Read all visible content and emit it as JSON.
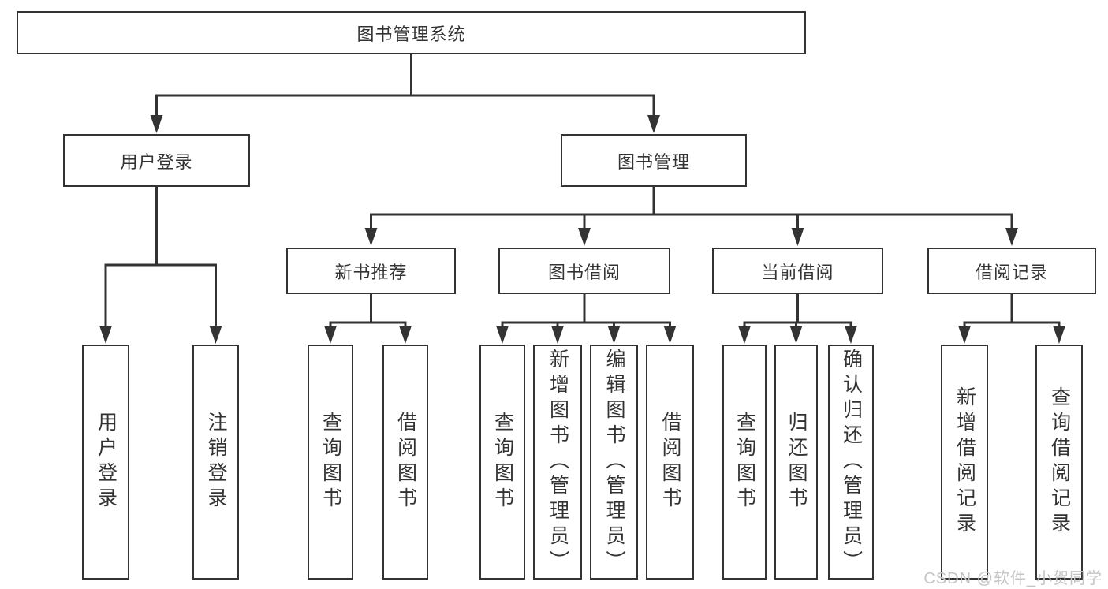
{
  "tree": {
    "label": "图书管理系统",
    "children": [
      {
        "label": "用户登录",
        "children": [
          {
            "label": "用户登录"
          },
          {
            "label": "注销登录"
          }
        ]
      },
      {
        "label": "图书管理",
        "children": [
          {
            "label": "新书推荐",
            "children": [
              {
                "label": "查询图书"
              },
              {
                "label": "借阅图书"
              }
            ]
          },
          {
            "label": "图书借阅",
            "children": [
              {
                "label": "查询图书"
              },
              {
                "label": "新增图书（管理员）"
              },
              {
                "label": "编辑图书（管理员）"
              },
              {
                "label": "借阅图书"
              }
            ]
          },
          {
            "label": "当前借阅",
            "children": [
              {
                "label": "查询图书"
              },
              {
                "label": "归还图书"
              },
              {
                "label": "确认归还（管理员）"
              }
            ]
          },
          {
            "label": "借阅记录",
            "children": [
              {
                "label": "新增借阅记录"
              },
              {
                "label": "查询借阅记录"
              }
            ]
          }
        ]
      }
    ]
  },
  "watermark": {
    "text": "CSDN @软件_小贺同学"
  },
  "colors": {
    "line": "#333333",
    "box_border": "#333333",
    "text": "#333333",
    "watermark": "#c5c5c5",
    "background": "#ffffff"
  }
}
